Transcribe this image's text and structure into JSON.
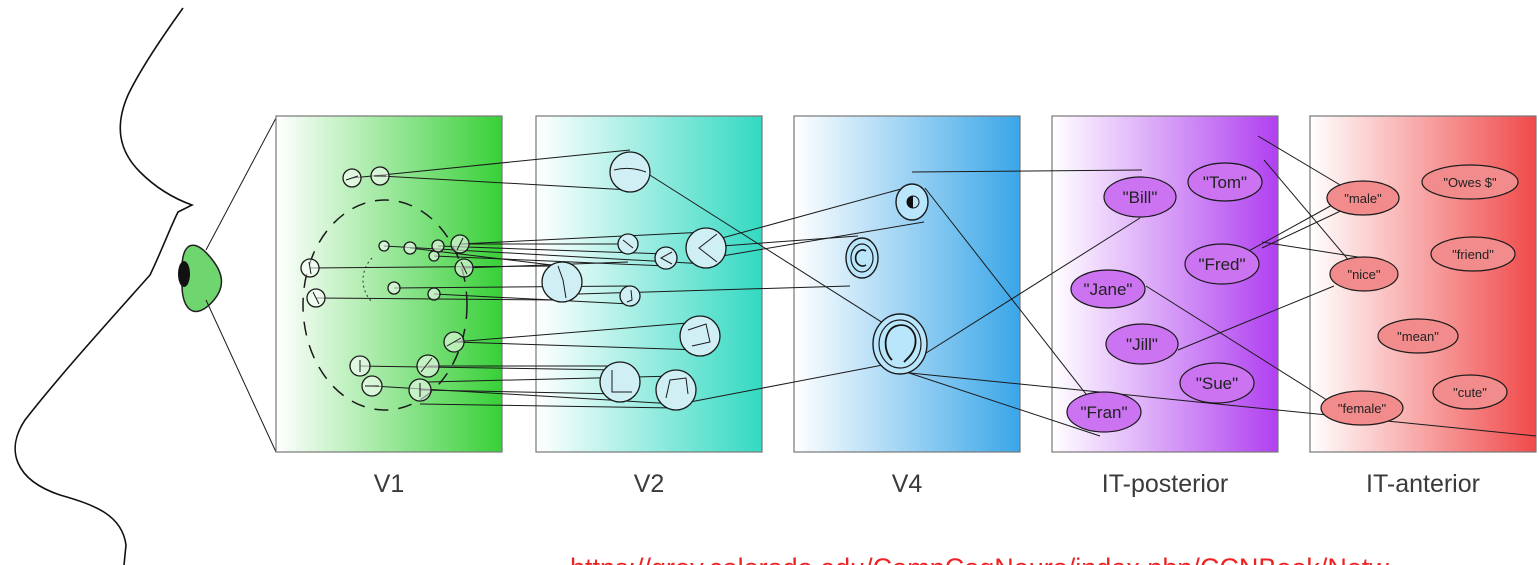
{
  "areas": [
    {
      "id": "v1",
      "label": "V1"
    },
    {
      "id": "v2",
      "label": "V2"
    },
    {
      "id": "v4",
      "label": "V4"
    },
    {
      "id": "itp",
      "label": "IT-posterior"
    },
    {
      "id": "ita",
      "label": "IT-anterior"
    }
  ],
  "it_posterior_nodes": [
    "\"Tom\"",
    "\"Bill\"",
    "\"Fred\"",
    "\"Jane\"",
    "\"Jill\"",
    "\"Sue\"",
    "\"Fran\""
  ],
  "it_anterior_nodes": [
    "\"Owes $\"",
    "\"male\"",
    "\"friend\"",
    "\"nice\"",
    "\"mean\"",
    "\"cute\"",
    "\"female\""
  ],
  "source_url": "https://grey.colorado.edu/CompCogNeuro/index.php/CCNBook/Netw",
  "colors": {
    "v1": "#38d038",
    "v2": "#33d9c2",
    "v4": "#3aa6e8",
    "it_posterior": "#b040f0",
    "it_anterior": "#f04a4a",
    "url": "#ee2222"
  }
}
